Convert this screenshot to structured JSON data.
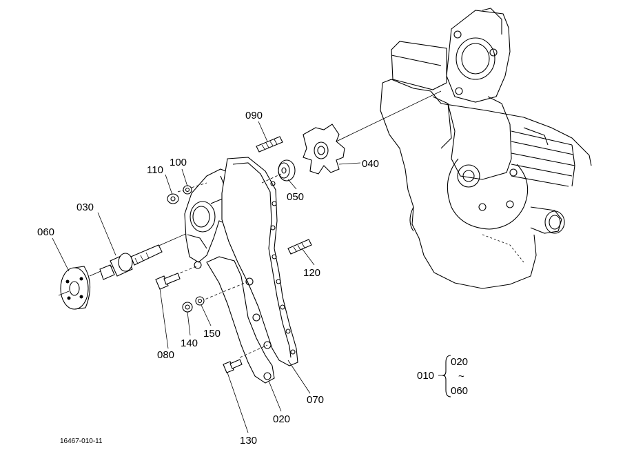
{
  "diagram": {
    "part_labels": {
      "p010": "010",
      "p020_group": "020",
      "p060_group": "060",
      "p020": "020",
      "p030": "030",
      "p040": "040",
      "p050": "050",
      "p060": "060",
      "p070": "070",
      "p080": "080",
      "p090": "090",
      "p100": "100",
      "p110": "110",
      "p120": "120",
      "p130": "130",
      "p140": "140",
      "p150": "150"
    },
    "group_separator": "~",
    "drawing_number": "16467-010-11"
  }
}
